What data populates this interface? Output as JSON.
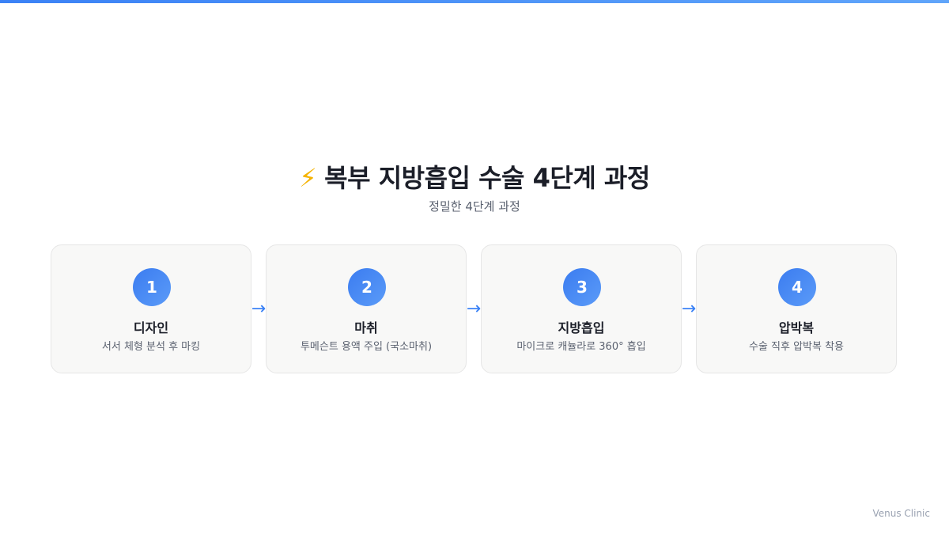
{
  "header": {
    "title_icon": "⚡",
    "title": "복부 지방흡입 수술 4단계 과정",
    "subtitle": "정밀한 4단계 과정"
  },
  "steps": [
    {
      "number": "1",
      "title": "디자인",
      "description": "서서 체형 분석 후 마킹"
    },
    {
      "number": "2",
      "title": "마취",
      "description": "투메슨트 용액 주입 (국소마취)"
    },
    {
      "number": "3",
      "title": "지방흡입",
      "description": "마이크로 캐뉼라로 360° 흡입"
    },
    {
      "number": "4",
      "title": "압박복",
      "description": "수술 직후 압박복 착용"
    }
  ],
  "arrow_glyph": "→",
  "footer": {
    "brand": "Venus Clinic"
  },
  "colors": {
    "accent": "#3b82f6",
    "badge_gradient_start": "#3b7cf0",
    "badge_gradient_end": "#5b9bf8",
    "card_background": "#f8f8f7",
    "card_border": "#e6e6e6",
    "title_text": "#1b1e28",
    "muted_text": "#5b6270",
    "footer_text": "#9aa2b1"
  }
}
